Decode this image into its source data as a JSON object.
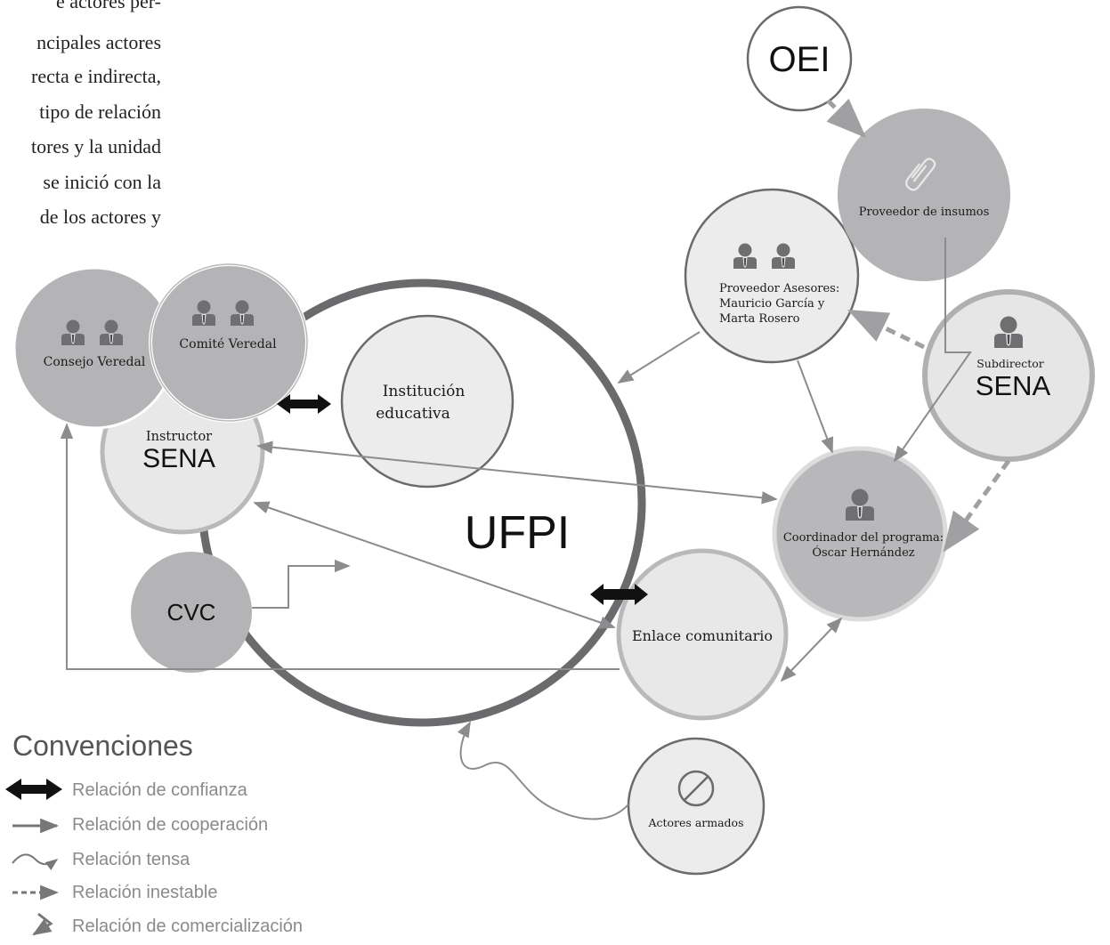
{
  "intro_lines": [
    "e actores per-",
    "ncipales actores",
    "recta e indirecta,",
    "tipo de relación",
    "tores y la unidad",
    "se inició con la",
    "de los actores y"
  ],
  "nodes": {
    "oei": "OEI",
    "proveedor_insumos": "Proveedor de insumos",
    "proveedor_asesores": [
      "Proveedor Asesores:",
      "Mauricio García y",
      "Marta Rosero"
    ],
    "subdirector_small": "Subdirector",
    "subdirector_big": "SENA",
    "consejo": "Consejo Veredal",
    "comite": "Comité Veredal",
    "instructor_small": "Instructor",
    "instructor_big": "SENA",
    "institucion": [
      "Institución",
      "educativa"
    ],
    "ufpi": "UFPI",
    "coordinador": [
      "Coordinador del programa:",
      "Óscar Hernández"
    ],
    "cvc": "CVC",
    "enlace": "Enlace comunitario",
    "actores_armados": "Actores armados"
  },
  "legend": {
    "title": "Convenciones",
    "items": [
      "Relación de confianza",
      "Relación de cooperación",
      "Relación tensa",
      "Relación inestable",
      "Relación de comercialización"
    ]
  },
  "icons": [
    "people-icon",
    "person-icon",
    "paperclip-icon",
    "prohibited-icon"
  ],
  "colors": {
    "dark_ring": "#6b6b6d",
    "dark_fill": "#b4b4b6",
    "light_fill": "#e8e8e9",
    "light_ring": "#b9b9bb",
    "arrow": "#8c8c8e",
    "trust": "#111111"
  }
}
